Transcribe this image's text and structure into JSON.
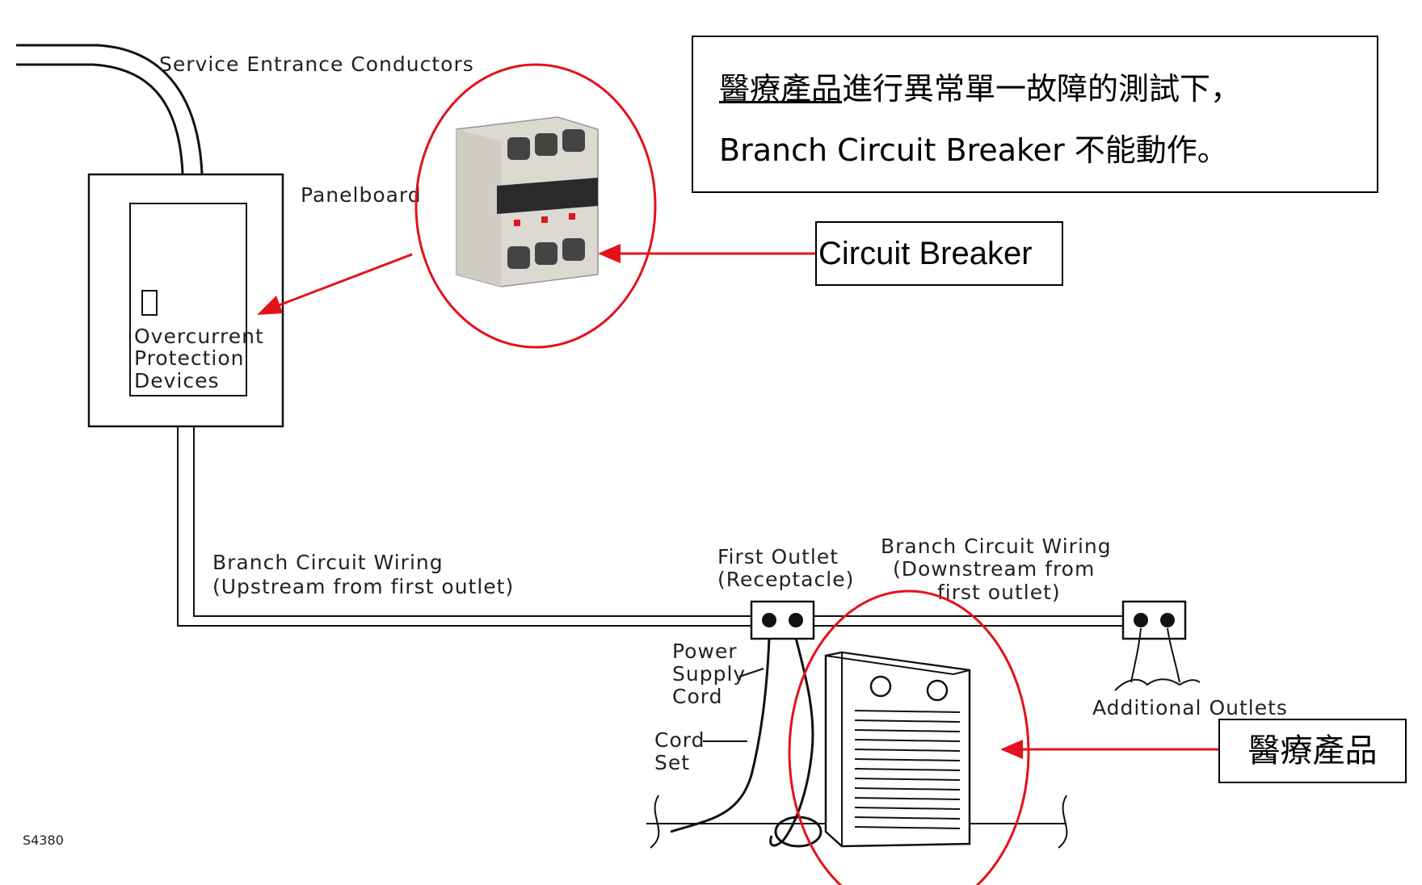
{
  "labels": {
    "service_entrance": "Service Entrance Conductors",
    "panelboard": "Panelboard",
    "ocpd_line1": "Overcurrent",
    "ocpd_line2": "Protection",
    "ocpd_line3": "Devices",
    "branch_up_line1": "Branch Circuit Wiring",
    "branch_up_line2": "(Upstream from first outlet)",
    "first_outlet_line1": "First Outlet",
    "first_outlet_line2": "(Receptacle)",
    "branch_down_line1": "Branch Circuit Wiring",
    "branch_down_line2": "(Downstream from",
    "branch_down_line3": "first outlet)",
    "power_supply_line1": "Power",
    "power_supply_line2": "Supply",
    "power_supply_line3": "Cord",
    "cord_set_line1": "Cord",
    "cord_set_line2": "Set",
    "additional_outlets": "Additional Outlets",
    "figure_id": "S4380"
  },
  "note": {
    "line1_underlined": "醫療產品",
    "line1_rest": "進行異常單一故障的測試下，",
    "line2": "Branch Circuit Breaker  不能動作。"
  },
  "callouts": {
    "circuit_breaker": "Circuit Breaker",
    "medical_product": "醫療產品"
  },
  "colors": {
    "annotation_red": "#e3121b",
    "ink": "#111111"
  }
}
